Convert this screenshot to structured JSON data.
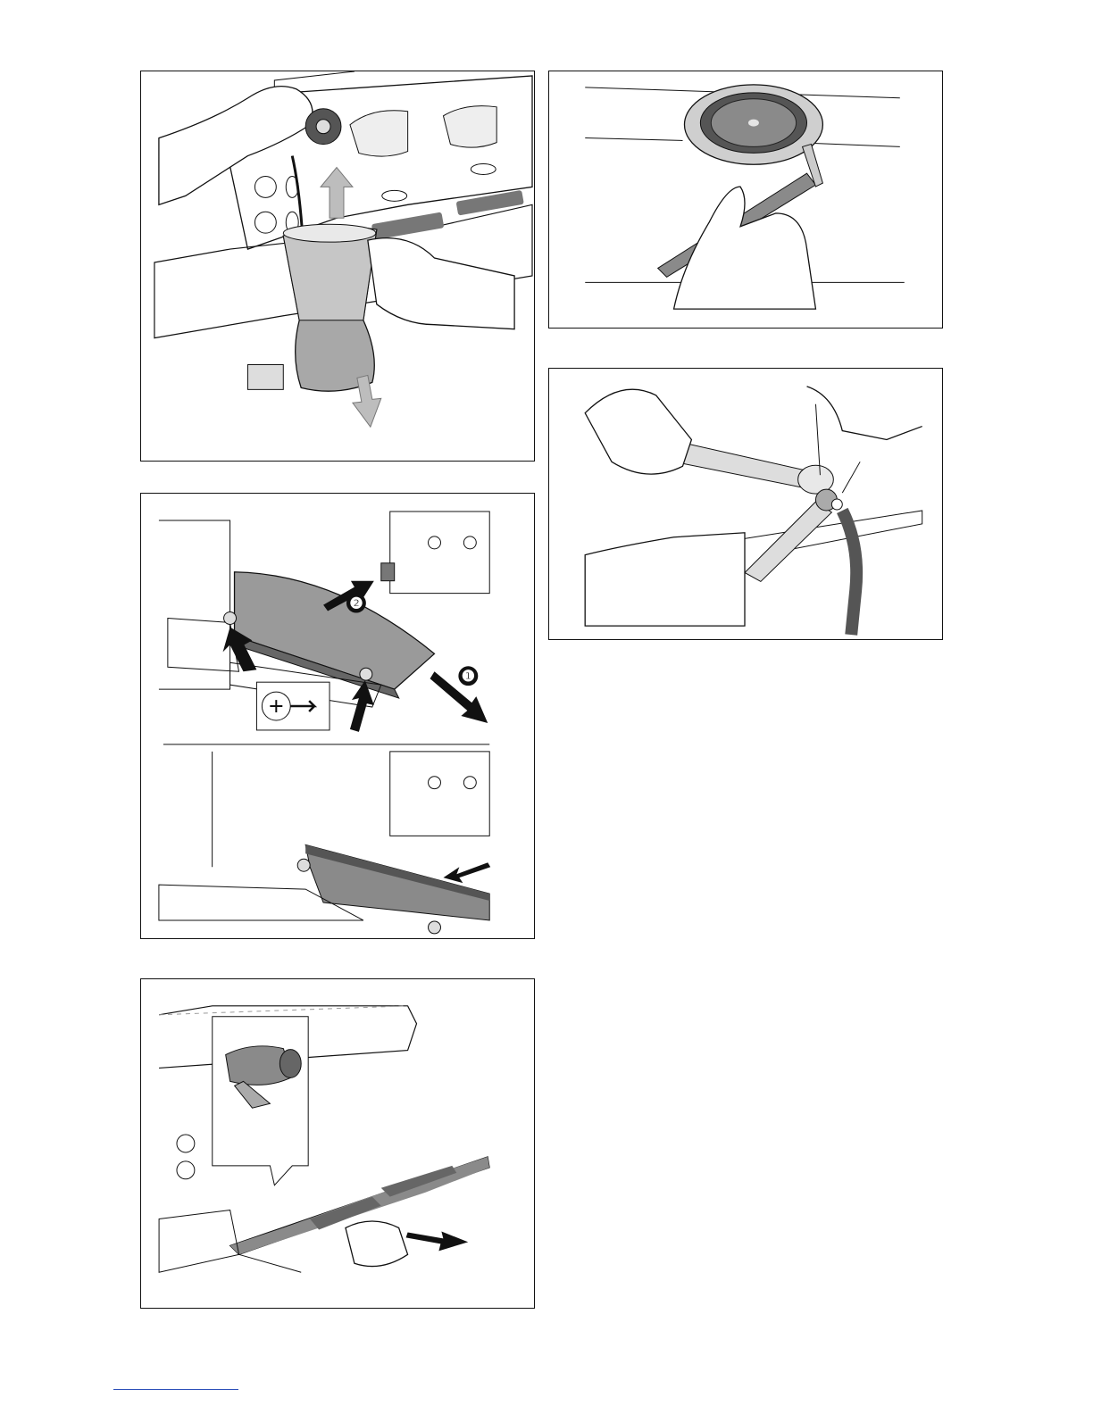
{
  "page": {
    "figures": [
      {
        "id": "fig-steam-wand-jug",
        "icons": [
          "hand-icon",
          "steam-knob-icon",
          "milk-jug-icon",
          "arrow-up-icon",
          "arrow-down-icon"
        ]
      },
      {
        "id": "fig-filter-holder-brush",
        "icons": [
          "filter-screen-icon",
          "brush-icon",
          "hand-icon"
        ]
      },
      {
        "id": "fig-wrench-fitting",
        "icons": [
          "wrench-icon",
          "fitting-icon",
          "hose-icon",
          "hand-icon"
        ]
      },
      {
        "id": "fig-drip-tray-removal",
        "icons": [
          "tray-panel-icon",
          "screw-icon",
          "arrow-icon"
        ]
      },
      {
        "id": "fig-cup-grid-removal",
        "icons": [
          "grid-icon",
          "valve-detail-icon",
          "hand-icon",
          "arrow-icon"
        ]
      }
    ],
    "step_badges": [
      {
        "label": "❷"
      },
      {
        "label": "❶"
      }
    ]
  },
  "colors": {
    "line": "#111111",
    "shade": "#8a8a8a",
    "light_shade": "#cfcfcf",
    "metal": "#b9b9b9",
    "arrow": "#1a1a1a",
    "hollow_arrow": "#bdbdbd",
    "link_rule": "#2b4fb8"
  }
}
